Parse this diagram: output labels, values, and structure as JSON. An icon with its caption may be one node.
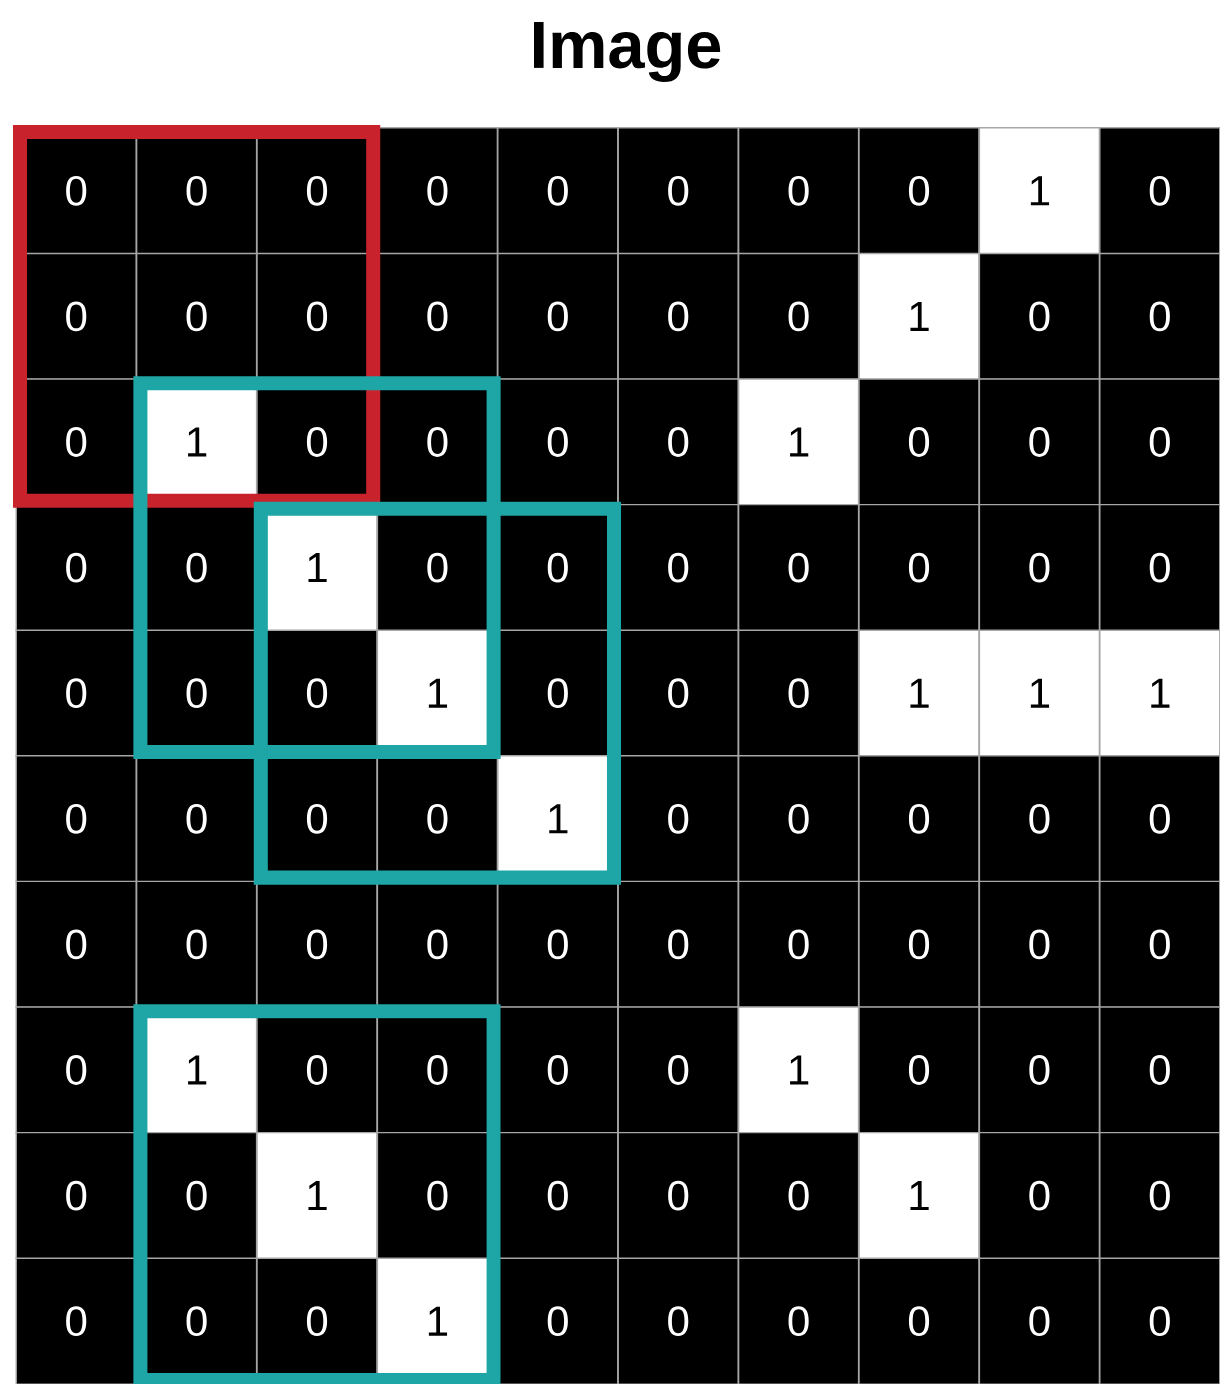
{
  "diagram": {
    "title": "Image",
    "labels": [
      "0",
      "0",
      "0",
      "0",
      "0",
      "0",
      "0",
      "0",
      "1",
      "0",
      "0",
      "0",
      "0",
      "0",
      "0",
      "0",
      "0",
      "1",
      "0",
      "0",
      "0",
      "1",
      "0",
      "0",
      "0",
      "0",
      "1",
      "0",
      "0",
      "0",
      "0",
      "0",
      "1",
      "0",
      "0",
      "0",
      "0",
      "0",
      "0",
      "0",
      "0",
      "0",
      "0",
      "1",
      "0",
      "0",
      "0",
      "1",
      "1",
      "1",
      "0",
      "0",
      "0",
      "0",
      "1",
      "0",
      "0",
      "0",
      "0",
      "0",
      "0",
      "0",
      "0",
      "0",
      "0",
      "0",
      "0",
      "0",
      "0",
      "0",
      "0",
      "1",
      "0",
      "0",
      "0",
      "0",
      "1",
      "0",
      "0",
      "0",
      "0",
      "0",
      "1",
      "0",
      "0",
      "0",
      "0",
      "1",
      "0",
      "0",
      "0",
      "0",
      "0",
      "1",
      "0",
      "0",
      "0",
      "0",
      "0",
      "0"
    ]
  }
}
